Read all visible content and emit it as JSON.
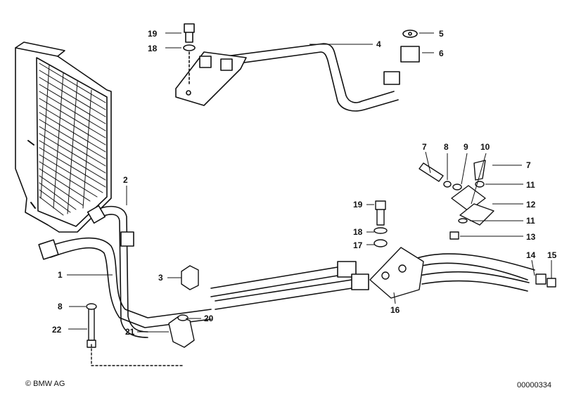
{
  "diagram": {
    "callouts": [
      {
        "id": "c19a",
        "label": "19"
      },
      {
        "id": "c18a",
        "label": "18"
      },
      {
        "id": "c5",
        "label": "5"
      },
      {
        "id": "c4",
        "label": "4"
      },
      {
        "id": "c6",
        "label": "6"
      },
      {
        "id": "c2",
        "label": "2"
      },
      {
        "id": "c7a",
        "label": "7"
      },
      {
        "id": "c8a",
        "label": "8"
      },
      {
        "id": "c9",
        "label": "9"
      },
      {
        "id": "c10",
        "label": "10"
      },
      {
        "id": "c7b",
        "label": "7"
      },
      {
        "id": "c11a",
        "label": "11"
      },
      {
        "id": "c12",
        "label": "12"
      },
      {
        "id": "c11b",
        "label": "11"
      },
      {
        "id": "c13",
        "label": "13"
      },
      {
        "id": "c19b",
        "label": "19"
      },
      {
        "id": "c18b",
        "label": "18"
      },
      {
        "id": "c17",
        "label": "17"
      },
      {
        "id": "c1",
        "label": "1"
      },
      {
        "id": "c3",
        "label": "3"
      },
      {
        "id": "c14",
        "label": "14"
      },
      {
        "id": "c15",
        "label": "15"
      },
      {
        "id": "c8b",
        "label": "8"
      },
      {
        "id": "c20",
        "label": "20"
      },
      {
        "id": "c16",
        "label": "16"
      },
      {
        "id": "c21",
        "label": "21"
      },
      {
        "id": "c22",
        "label": "22"
      }
    ]
  },
  "footer": {
    "copyright": "© BMW AG",
    "diagram_number": "00000334"
  }
}
